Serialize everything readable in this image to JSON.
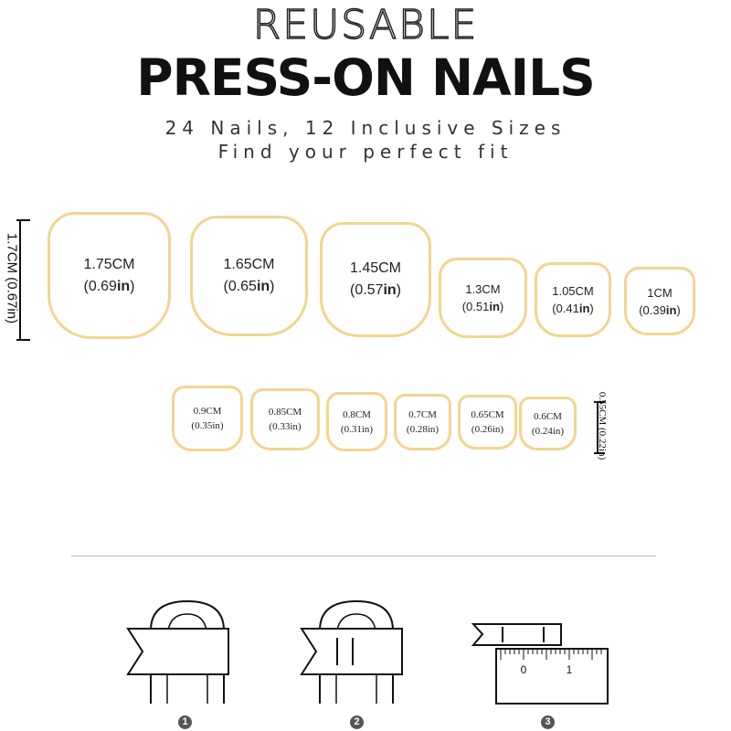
{
  "header": {
    "title_line1": "REUSABLE",
    "title_line2": "PRESS-ON NAILS",
    "subtitle_line1": "24 Nails, 12 Inclusive Sizes",
    "subtitle_line2": "Find your perfect fit"
  },
  "nails_row1": [
    {
      "cm": "1.75CM",
      "in_open": "(0.69",
      "in_unit": "in",
      "in_close": ")"
    },
    {
      "cm": "1.65CM",
      "in_open": "(0.65",
      "in_unit": "in",
      "in_close": ")"
    },
    {
      "cm": "1.45CM",
      "in_open": "(0.57",
      "in_unit": "in",
      "in_close": ")"
    },
    {
      "cm": "1.3CM",
      "in_open": "(0.51",
      "in_unit": "in",
      "in_close": ")"
    },
    {
      "cm": "1.05CM",
      "in_open": "(0.41",
      "in_unit": "in",
      "in_close": ")"
    },
    {
      "cm": "1CM",
      "in_open": "(0.39",
      "in_unit": "in",
      "in_close": ")"
    }
  ],
  "nails_row2": [
    {
      "cm": "0.9CM",
      "in": "(0.35in)"
    },
    {
      "cm": "0.85CM",
      "in": "(0.33in)"
    },
    {
      "cm": "0.8CM",
      "in": "(0.31in)"
    },
    {
      "cm": "0.7CM",
      "in": "(0.28in)"
    },
    {
      "cm": "0.65CM",
      "in": "(0.26in)"
    },
    {
      "cm": "0.6CM",
      "in": "(0.24in)"
    }
  ],
  "dimension_labels": {
    "large_height": "1.7CM (0.67in)",
    "small_height": "0.55CM (0.22in)"
  },
  "steps": [
    {
      "number": "1"
    },
    {
      "number": "2"
    },
    {
      "number": "3",
      "ruler_labels": [
        "0",
        "1"
      ]
    }
  ],
  "colors": {
    "nail_outline": "#f2d58e",
    "text": "#111111",
    "step_badge": "#555555"
  }
}
